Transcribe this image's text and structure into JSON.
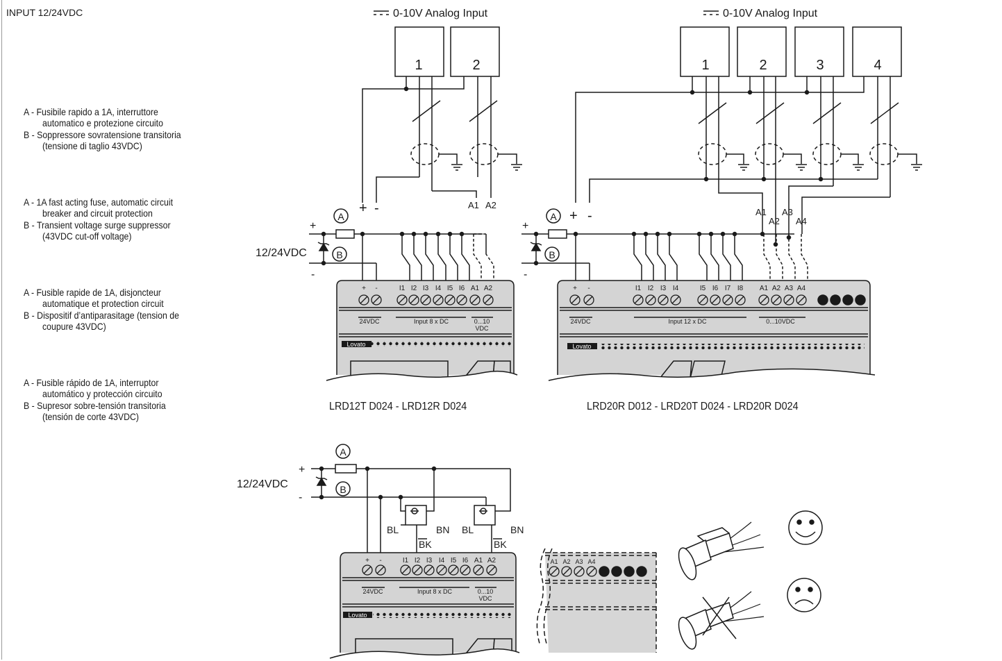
{
  "header": {
    "title": "INPUT 12/24VDC"
  },
  "notes": [
    {
      "a": "A - Fusibile rapido a 1A, interruttore",
      "a2": "automatico e protezione circuito",
      "b": "B - Soppressore sovratensione transitoria",
      "b2": "(tensione di taglio 43VDC)"
    },
    {
      "a": "A - 1A fast acting fuse, automatic circuit",
      "a2": "breaker and circuit protection",
      "b": "B - Transient voltage surge suppressor",
      "b2": "(43VDC cut-off voltage)"
    },
    {
      "a": "A - Fusible rapide de 1A, disjoncteur",
      "a2": "automatique et protection circuit",
      "b": "B - Dispositif d’antiparasitage (tension de",
      "b2": "coupure 43VDC)"
    },
    {
      "a": "A - Fusible rápido de 1A, interruptor",
      "a2": "automático y protección circuito",
      "b": "B - Supresor sobre-tensión transitoria",
      "b2": "(tensión de corte 43VDC)"
    }
  ],
  "diagram1": {
    "analog_title": "0-10V Analog Input",
    "sensors": [
      "1",
      "2"
    ],
    "supply_label": "12/24VDC",
    "fuse": "A",
    "suppressor": "B",
    "plus": "+",
    "minus": "-",
    "analog_terms": [
      "A1",
      "A2"
    ],
    "terminals": [
      "+",
      "-",
      "I1",
      "I2",
      "I3",
      "I4",
      "I5",
      "I6",
      "A1",
      "A2"
    ],
    "label_supply": "24VDC",
    "label_inputs": "Input 8 x DC",
    "label_analog_1": "0...10",
    "label_analog_2": "VDC",
    "brand": "Lovato",
    "caption": "LRD12T D024 - LRD12R D024"
  },
  "diagram2": {
    "analog_title": "0-10V Analog Input",
    "sensors": [
      "1",
      "2",
      "3",
      "4"
    ],
    "fuse": "A",
    "suppressor": "B",
    "plus": "+",
    "minus": "-",
    "analog_terms": [
      "A1",
      "A2",
      "A3",
      "A4"
    ],
    "terminals": [
      "+",
      "-",
      "I1",
      "I2",
      "I3",
      "I4",
      "I5",
      "I6",
      "I7",
      "I8",
      "A1",
      "A2",
      "A3",
      "A4"
    ],
    "label_supply": "24VDC",
    "label_inputs": "Input 12 x DC",
    "label_analog": "0...10VDC",
    "brand": "Lovato",
    "caption": "LRD20R D012 - LRD20T D024 - LRD20R D024"
  },
  "diagram3": {
    "supply_label": "12/24VDC",
    "fuse": "A",
    "suppressor": "B",
    "plus": "+",
    "minus": "-",
    "wire_labels": {
      "bl": "BL",
      "bn": "BN",
      "bk": "BK"
    },
    "terminals": [
      "+",
      "-",
      "I1",
      "I2",
      "I3",
      "I4",
      "I5",
      "I6",
      "A1",
      "A2"
    ],
    "label_supply": "24VDC",
    "label_inputs": "Input 8 x DC",
    "label_analog_1": "0...10",
    "label_analog_2": "VDC",
    "brand": "Lovato",
    "detail_terms": [
      "A1",
      "A2",
      "A3",
      "A4"
    ]
  },
  "colors": {
    "line": "#1a1a1a",
    "device": "#d4d4d4",
    "device_dark": "#b8b8b8",
    "border": "#9a9a9a"
  }
}
